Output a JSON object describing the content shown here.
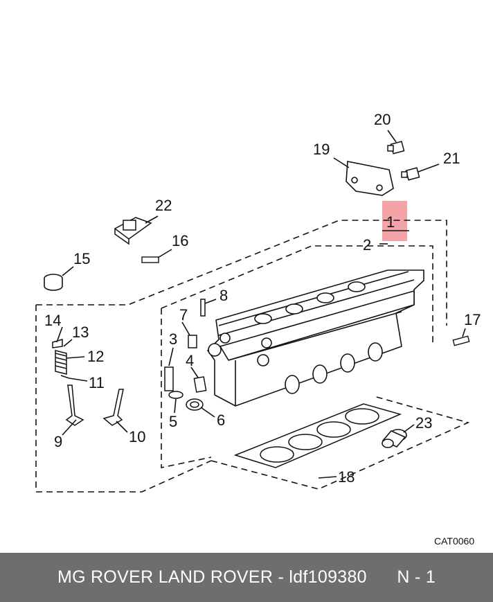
{
  "diagram": {
    "callouts": [
      "1",
      "2",
      "3",
      "4",
      "5",
      "6",
      "7",
      "8",
      "9",
      "10",
      "11",
      "12",
      "13",
      "14",
      "15",
      "16",
      "17",
      "18",
      "19",
      "20",
      "21",
      "22",
      "23"
    ],
    "highlighted_callout": "1",
    "highlight_color": "#f4a3a8",
    "drawing_code": "CAT0060"
  },
  "footer": {
    "text": "MG ROVER LAND ROVER - ldf109380      N - 1",
    "background": "#6e6e6e"
  }
}
